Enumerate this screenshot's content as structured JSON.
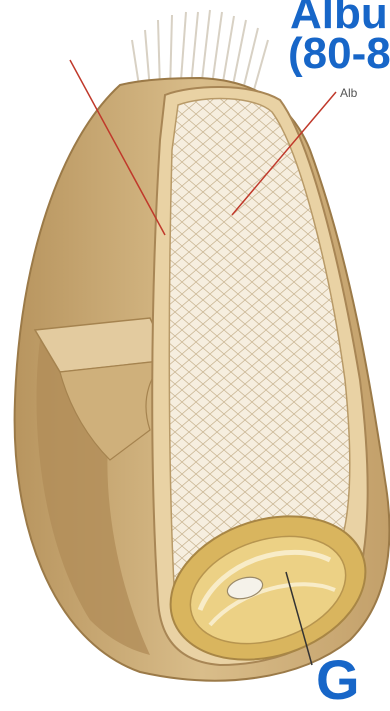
{
  "labels": {
    "top_line1": "Albu",
    "top_line2": "(80-8",
    "small_tag": "Alb",
    "bottom": "G"
  },
  "colors": {
    "label_blue": "#1766c8",
    "leader_red": "#c0392b",
    "leader_dark": "#333333",
    "husk": "#c8a774",
    "husk_dark": "#a98654",
    "endosperm": "#f4ead8",
    "embryo": "#e9c56a"
  }
}
